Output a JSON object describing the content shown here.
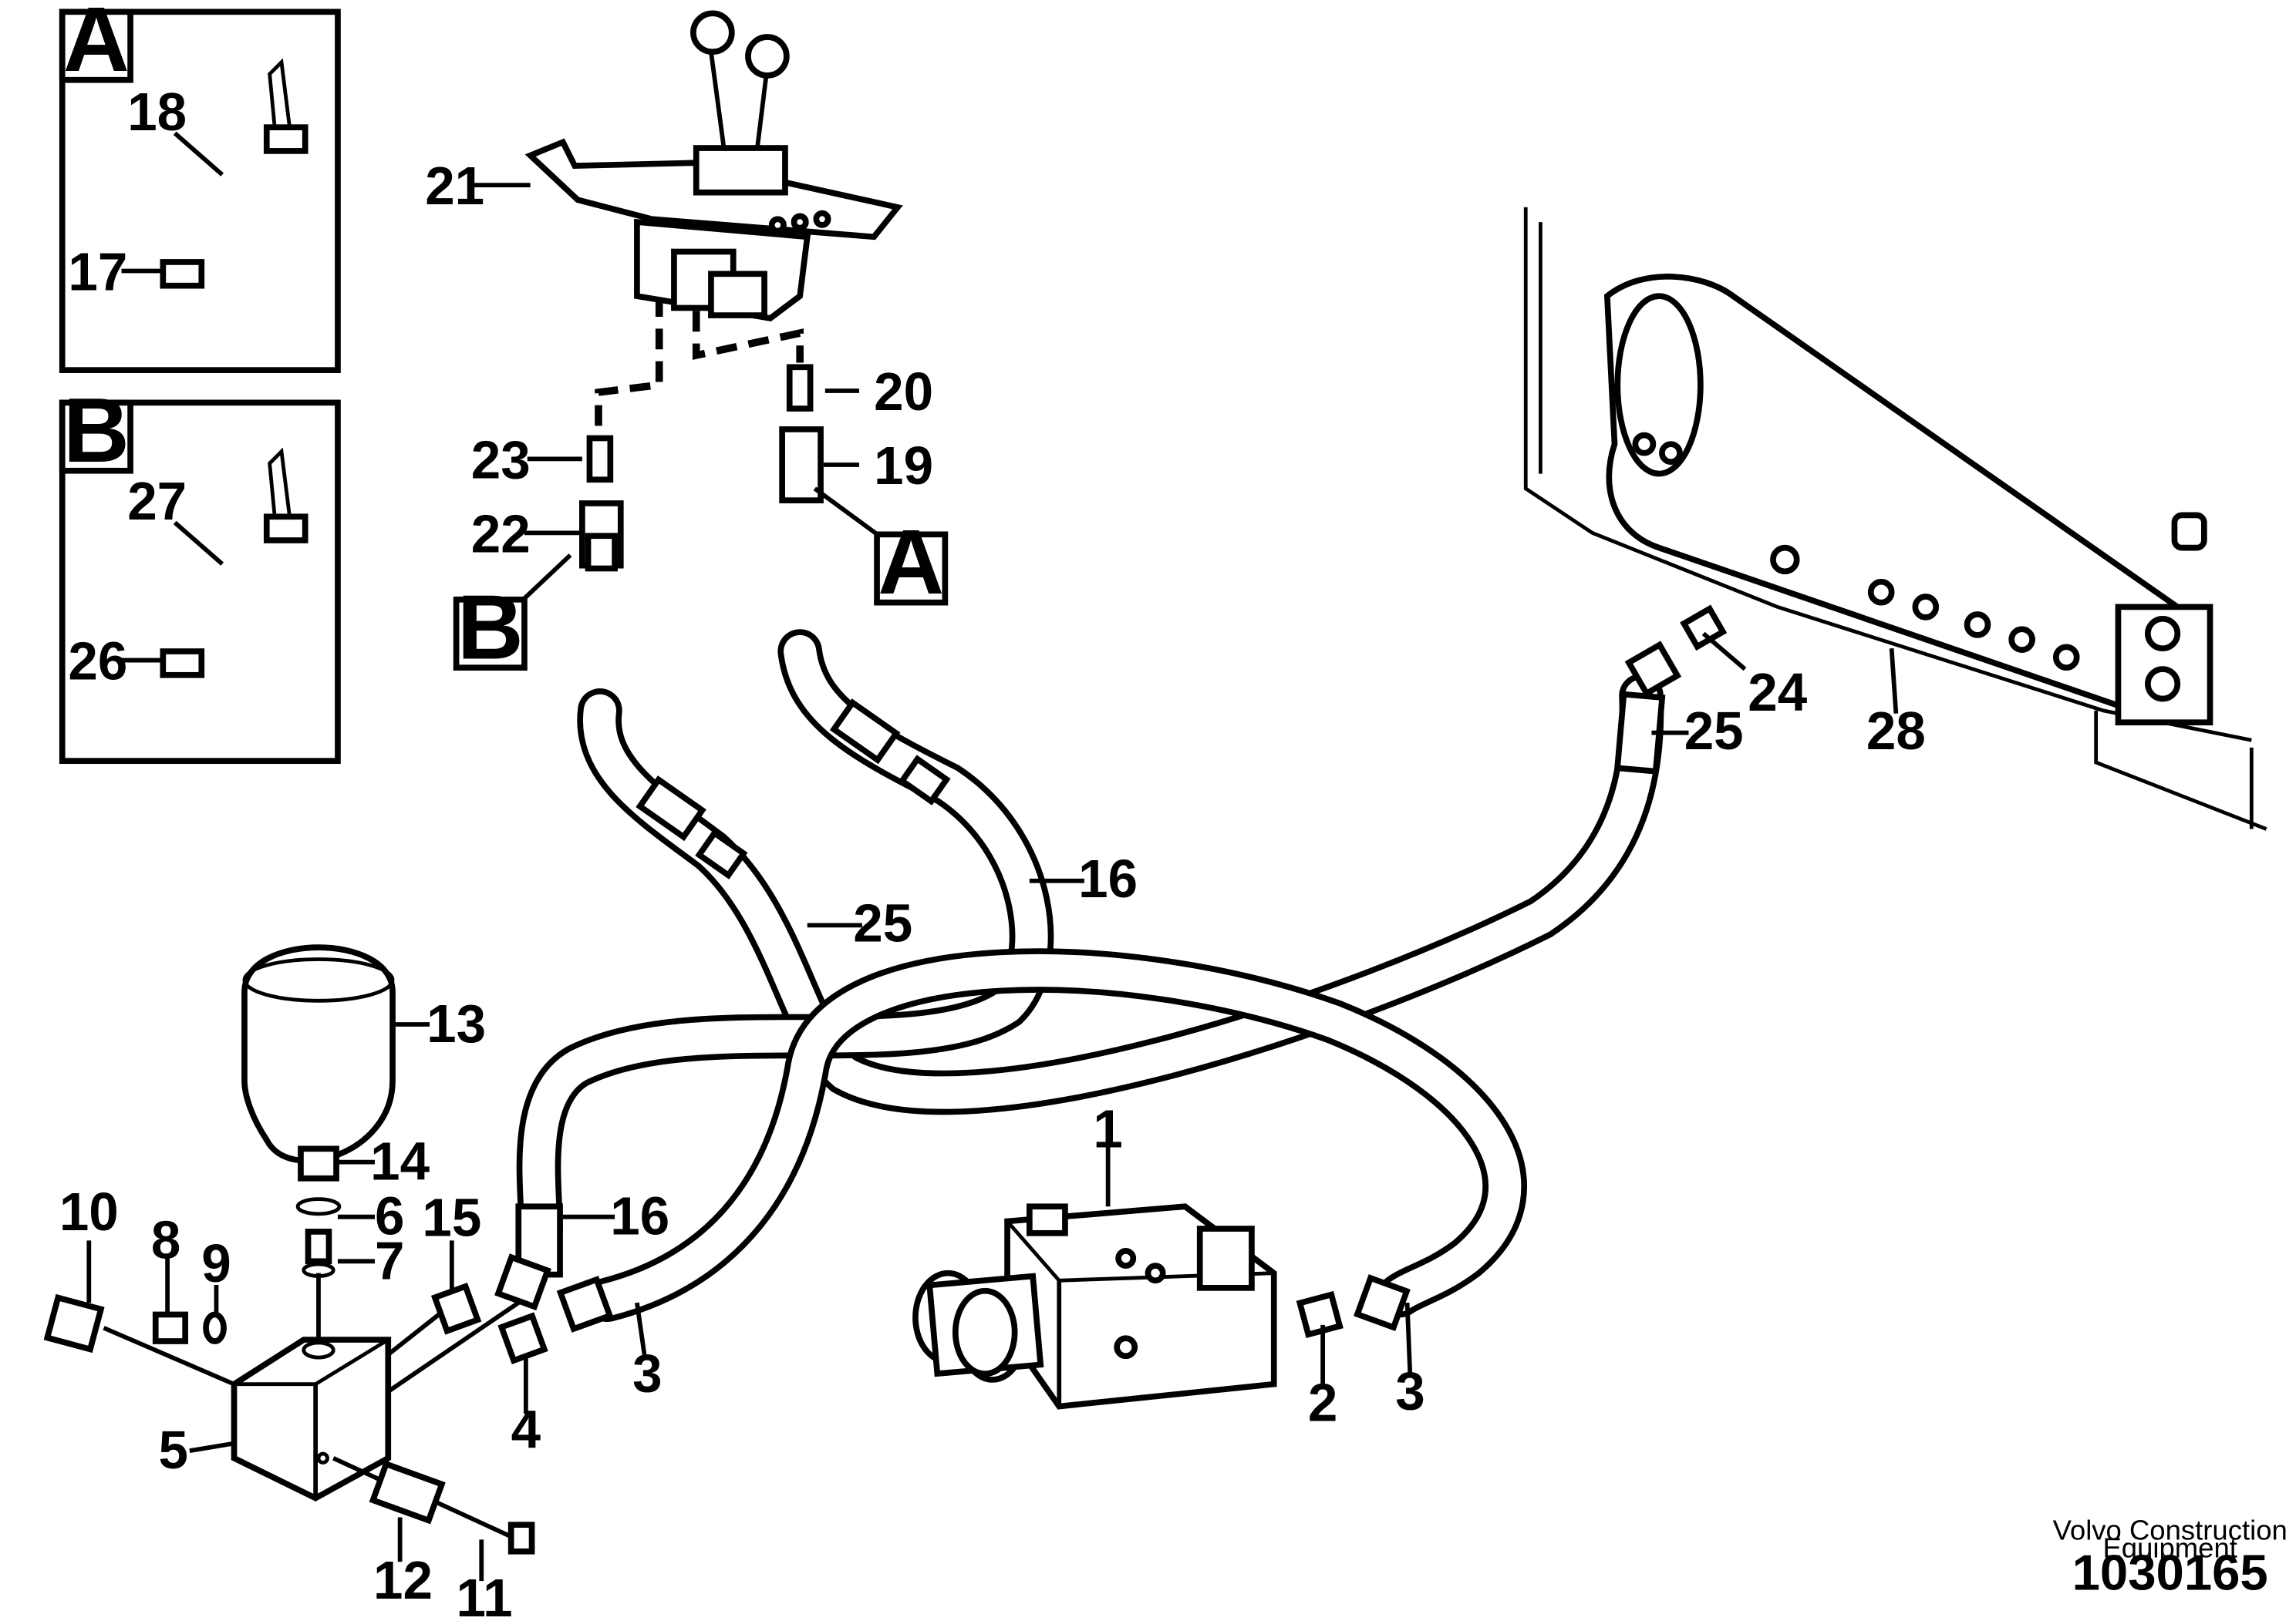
{
  "detail_a": {
    "letter": "A",
    "labels": [
      "18",
      "17"
    ]
  },
  "detail_b": {
    "letter": "B",
    "labels": [
      "27",
      "26"
    ]
  },
  "callouts": {
    "p1": "1",
    "p2": "2",
    "p3a": "3",
    "p3b": "3",
    "p4": "4",
    "p5": "5",
    "p6": "6",
    "p7": "7",
    "p8": "8",
    "p9": "9",
    "p10": "10",
    "p11": "11",
    "p12": "12",
    "p13": "13",
    "p14": "14",
    "p15": "15",
    "p16a": "16",
    "p16b": "16",
    "p19": "19",
    "p20": "20",
    "p21": "21",
    "p22": "22",
    "p23": "23",
    "p24": "24",
    "p25a": "25",
    "p25b": "25",
    "p28": "28",
    "ref_a": "A",
    "ref_b": "B"
  },
  "footer": {
    "brand_line1": "Volvo Construction",
    "brand_line2": "Equipment",
    "doc_number": "1030165"
  }
}
